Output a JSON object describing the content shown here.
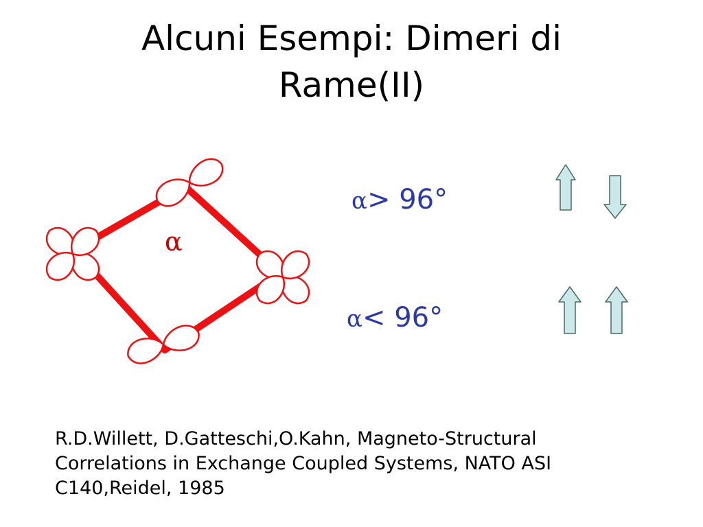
{
  "title": {
    "line1": "Alcuni Esempi: Dimeri di",
    "line2": "Rame(II)"
  },
  "diagram": {
    "angle_symbol": "α",
    "condition_greater": {
      "symbol": "α",
      "text": "> 96°"
    },
    "condition_less": {
      "symbol": "α",
      "text": "< 96°"
    },
    "colors": {
      "bond": "#ee1111",
      "orbital": "#ee1111",
      "arrow_fill": "#cce8e8",
      "arrow_stroke": "#4a6a6a",
      "text_blue": "#2b3aa8"
    },
    "spin_states": {
      "greater": [
        "up-arrow-icon",
        "down-arrow-icon"
      ],
      "less": [
        "up-arrow-icon",
        "up-arrow-icon"
      ]
    }
  },
  "reference": {
    "line1": "R.D.Willett, D.Gatteschi,O.Kahn, Magneto-Structural",
    "line2": "Correlations in Exchange Coupled Systems, NATO ASI",
    "line3": "C140,Reidel, 1985"
  }
}
